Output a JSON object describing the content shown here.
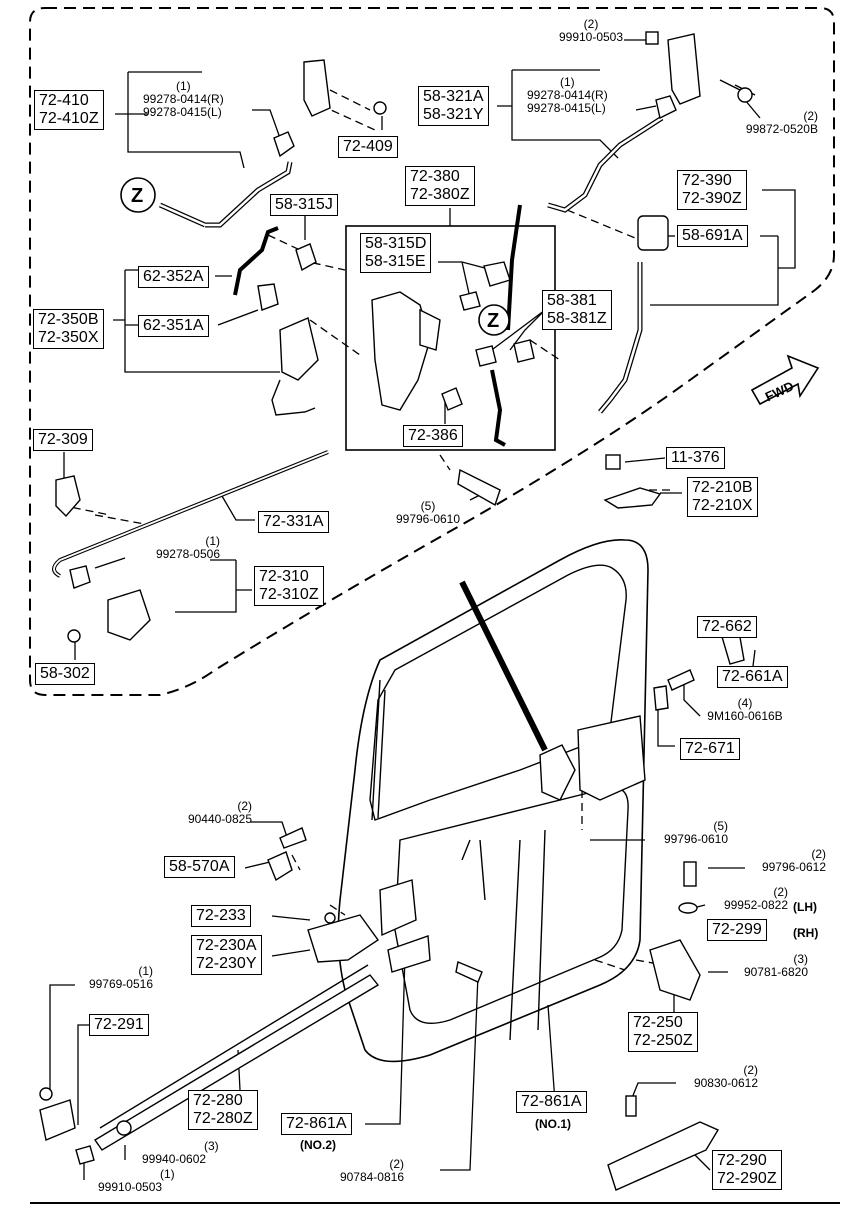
{
  "labels": {
    "b72_410": [
      "72-410",
      "72-410Z"
    ],
    "b72_409": [
      "72-409"
    ],
    "b58_321": [
      "58-321A",
      "58-321Y"
    ],
    "b72_380": [
      "72-380",
      "72-380Z"
    ],
    "b58_315J": [
      "58-315J"
    ],
    "b72_390": [
      "72-390",
      "72-390Z"
    ],
    "b58_315D": [
      "58-315D",
      "58-315E"
    ],
    "b58_691A": [
      "58-691A"
    ],
    "b62_352A": [
      "62-352A"
    ],
    "b72_350": [
      "72-350B",
      "72-350X"
    ],
    "b62_351A": [
      "62-351A"
    ],
    "b58_381": [
      "58-381",
      "58-381Z"
    ],
    "b72_386": [
      "72-386"
    ],
    "b72_309": [
      "72-309"
    ],
    "b72_331A": [
      "72-331A"
    ],
    "b11_376": [
      "11-376"
    ],
    "b72_210": [
      "72-210B",
      "72-210X"
    ],
    "b72_310": [
      "72-310",
      "72-310Z"
    ],
    "b58_302": [
      "58-302"
    ],
    "b72_662": [
      "72-662"
    ],
    "b72_661A": [
      "72-661A"
    ],
    "b72_671": [
      "72-671"
    ],
    "b58_570A": [
      "58-570A"
    ],
    "b72_233": [
      "72-233"
    ],
    "b72_230": [
      "72-230A",
      "72-230Y"
    ],
    "b72_299": [
      "72-299"
    ],
    "b72_291": [
      "72-291"
    ],
    "b72_250": [
      "72-250",
      "72-250Z"
    ],
    "b72_280": [
      "72-280",
      "72-280Z"
    ],
    "b72_861_no2": [
      "72-861A"
    ],
    "b72_861_no1": [
      "72-861A"
    ],
    "b72_290": [
      "72-290",
      "72-290Z"
    ]
  },
  "part_numbers": {
    "p99910_top": {
      "qty": "(2)",
      "lines": [
        "99910-0503"
      ]
    },
    "p99278_left": {
      "qty": "(1)",
      "lines": [
        "99278-0414(R)",
        "99278-0415(L)"
      ]
    },
    "p99278_right": {
      "qty": "(1)",
      "lines": [
        "99278-0414(R)",
        "99278-0415(L)"
      ]
    },
    "p99872": {
      "qty": "(2)",
      "lines": [
        "99872-0520B"
      ]
    },
    "p99796_0610_top": {
      "qty": "(5)",
      "lines": [
        "99796-0610"
      ]
    },
    "p99278_0506": {
      "qty": "(1)",
      "lines": [
        "99278-0506"
      ]
    },
    "p9m160": {
      "qty": "(4)",
      "lines": [
        "9M160-0616B"
      ]
    },
    "p90440": {
      "qty": "(2)",
      "lines": [
        "90440-0825"
      ]
    },
    "p99796_0610_mid": {
      "qty": "(5)",
      "lines": [
        "99796-0610"
      ]
    },
    "p99796_0612": {
      "qty": "(2)",
      "lines": [
        "99796-0612"
      ]
    },
    "p99952": {
      "qty": "(2)",
      "lines": [
        "99952-0822"
      ]
    },
    "p90781": {
      "qty": "(3)",
      "lines": [
        "90781-6820"
      ]
    },
    "p99769": {
      "qty": "(1)",
      "lines": [
        "99769-0516"
      ]
    },
    "p90830": {
      "qty": "(2)",
      "lines": [
        "90830-0612"
      ]
    },
    "p99940": {
      "qty": "(3)",
      "lines": [
        "99940-0602"
      ]
    },
    "p99910_bottom": {
      "qty": "(1)",
      "lines": [
        "99910-0503"
      ]
    },
    "p90784": {
      "qty": "(2)",
      "lines": [
        "90784-0816"
      ]
    }
  },
  "notes": {
    "lh": "(LH)",
    "rh": "(RH)",
    "no1": "(NO.1)",
    "no2": "(NO.2)",
    "fwd": "FWD",
    "z_top": "Z",
    "z_mid": "Z"
  }
}
